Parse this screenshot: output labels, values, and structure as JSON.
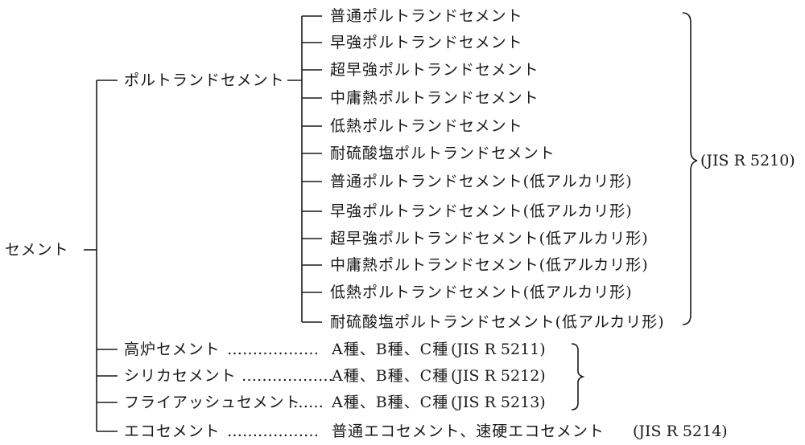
{
  "root": "セメント",
  "portland": {
    "label": "ポルトランドセメント",
    "types": [
      "普通ポルトランドセメント",
      "早強ポルトランドセメント",
      "超早強ポルトランドセメント",
      "中庸熱ポルトランドセメント",
      "低熱ポルトランドセメント",
      "耐硫酸塩ポルトランドセメント",
      "普通ポルトランドセメント(低アルカリ形)",
      "早強ポルトランドセメント(低アルカリ形)",
      "超早強ポルトランドセメント(低アルカリ形)",
      "中庸熱ポルトランドセメント(低アルカリ形)",
      "低熱ポルトランドセメント(低アルカリ形)",
      "耐硫酸塩ポルトランドセメント(低アルカリ形)"
    ],
    "standard": "(JIS R 5210)"
  },
  "mixed": [
    {
      "name": "高炉セメント",
      "dots": "………………",
      "types": "A種、B種、C種",
      "standard": "(JIS  R  5211)"
    },
    {
      "name": "シリカセメント",
      "dots": "………………",
      "types": "A種、B種、C種",
      "standard": "(JIS  R  5212)"
    },
    {
      "name": "フライアッシュセメント",
      "dots": "……",
      "types": "A種、B種、C種",
      "standard": "(JIS  R  5213)"
    }
  ],
  "eco": {
    "name": "エコセメント",
    "dots": "………………",
    "types": "普通エコセメント、速硬エコセメント",
    "standard": "(JIS  R  5214)"
  }
}
